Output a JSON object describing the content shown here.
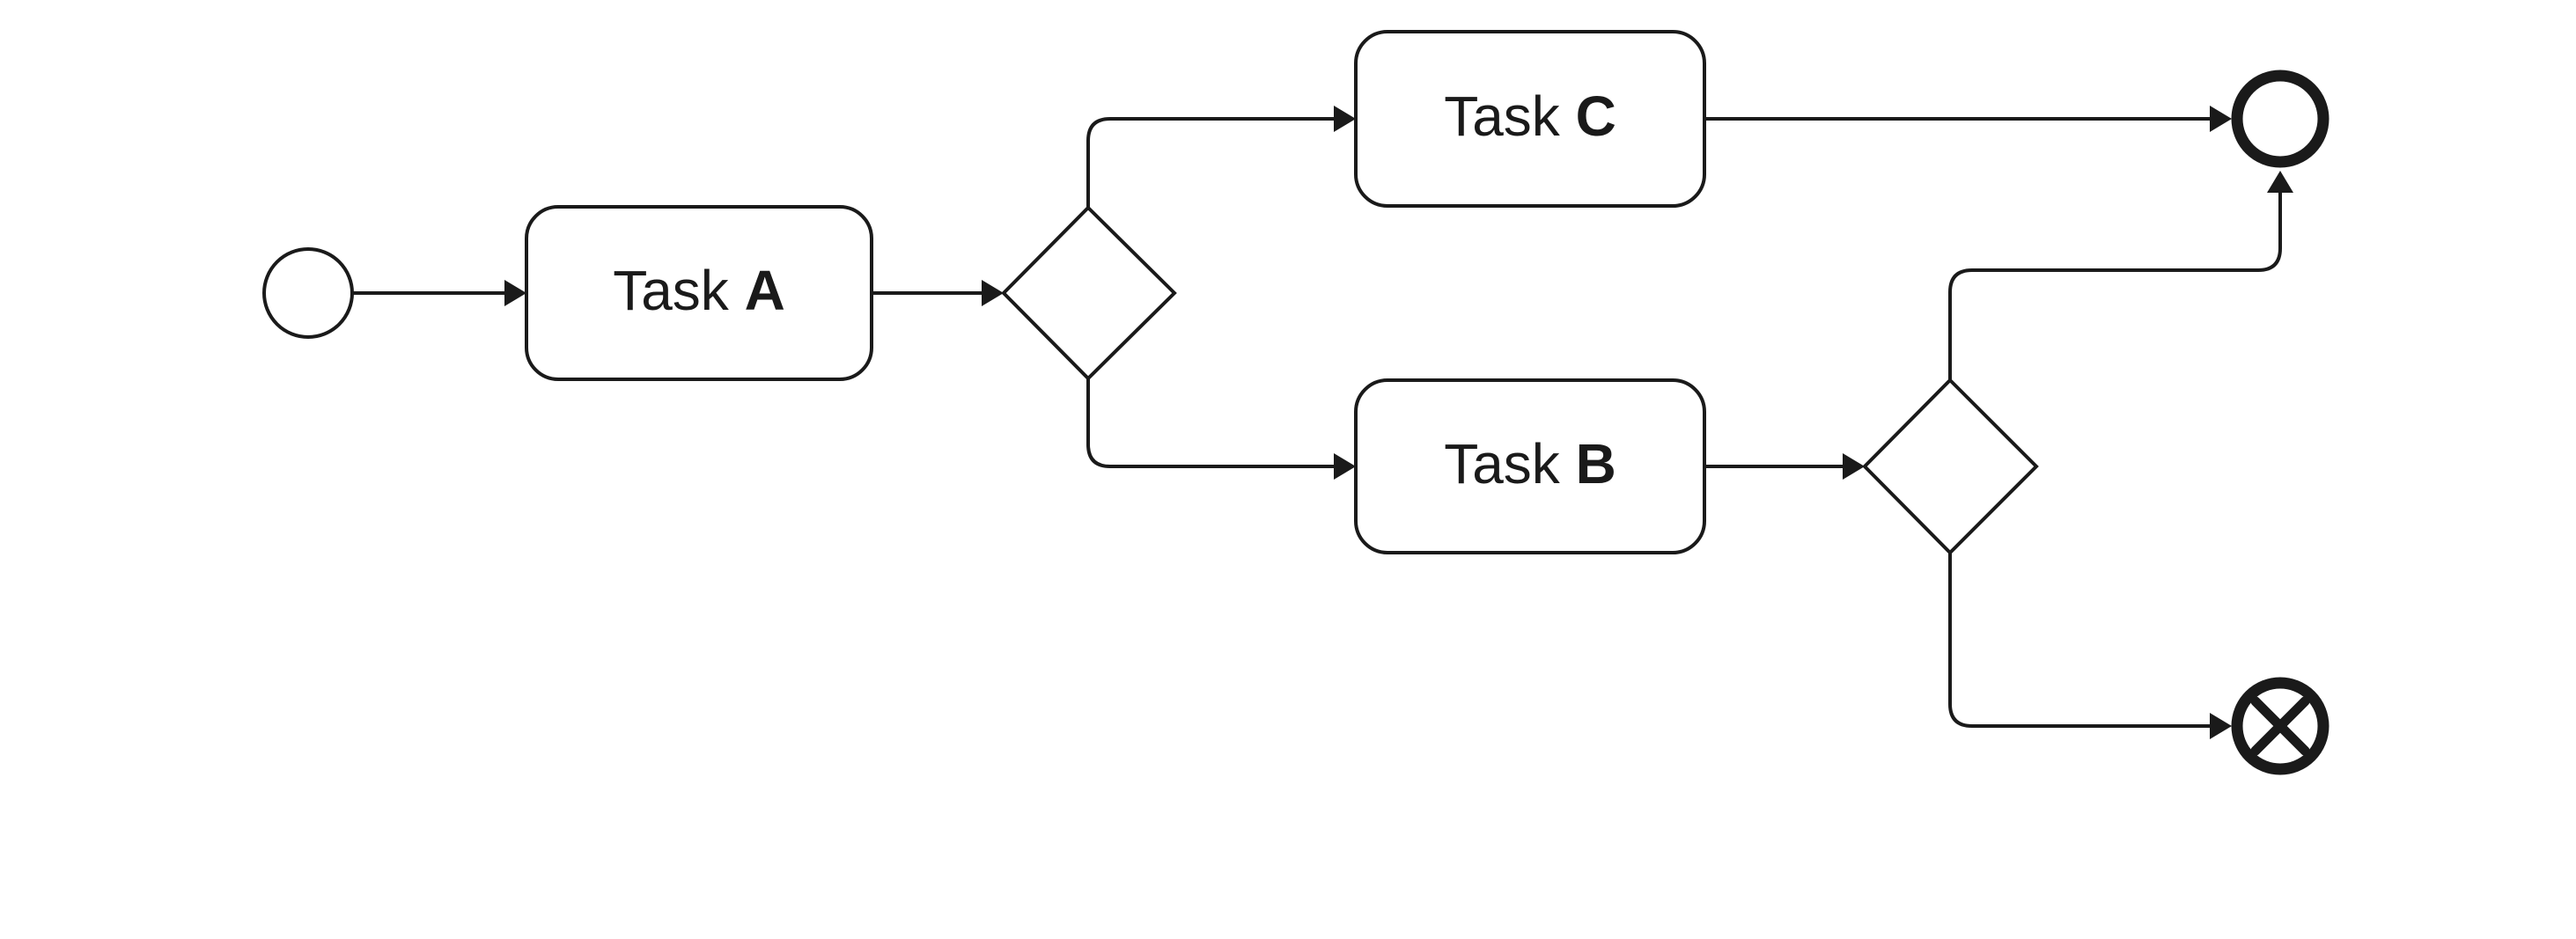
{
  "diagram": {
    "type": "bpmn-process",
    "tasks": {
      "a": {
        "prefix": "Task ",
        "letter": "A"
      },
      "b": {
        "prefix": "Task ",
        "letter": "B"
      },
      "c": {
        "prefix": "Task ",
        "letter": "C"
      }
    },
    "nodes": [
      {
        "id": "start",
        "kind": "start-event"
      },
      {
        "id": "task-a",
        "kind": "task"
      },
      {
        "id": "gateway-1",
        "kind": "exclusive-gateway"
      },
      {
        "id": "task-b",
        "kind": "task"
      },
      {
        "id": "task-c",
        "kind": "task"
      },
      {
        "id": "gateway-2",
        "kind": "exclusive-gateway"
      },
      {
        "id": "end",
        "kind": "end-event"
      },
      {
        "id": "cancel-end",
        "kind": "cancel-end-event"
      }
    ],
    "edges": [
      {
        "from": "start",
        "to": "task-a"
      },
      {
        "from": "task-a",
        "to": "gateway-1"
      },
      {
        "from": "gateway-1",
        "to": "task-c"
      },
      {
        "from": "gateway-1",
        "to": "task-b"
      },
      {
        "from": "task-c",
        "to": "end"
      },
      {
        "from": "task-b",
        "to": "gateway-2"
      },
      {
        "from": "gateway-2",
        "to": "end"
      },
      {
        "from": "gateway-2",
        "to": "cancel-end"
      }
    ],
    "colors": {
      "stroke": "#1a1a1a",
      "fill": "#ffffff"
    }
  }
}
